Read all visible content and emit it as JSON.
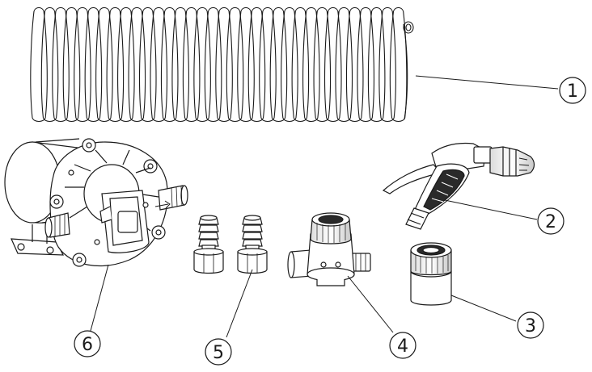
{
  "callouts": [
    {
      "id": "hose",
      "number": "1"
    },
    {
      "id": "spray-gun",
      "number": "2"
    },
    {
      "id": "quick-connector",
      "number": "3"
    },
    {
      "id": "filter",
      "number": "4"
    },
    {
      "id": "fittings",
      "number": "5"
    },
    {
      "id": "pump",
      "number": "6"
    }
  ],
  "colors": {
    "stroke": "#1a1a1a",
    "fill": "#ffffff",
    "shade": "#2a2a2a",
    "mid": "#8a8a8a"
  }
}
